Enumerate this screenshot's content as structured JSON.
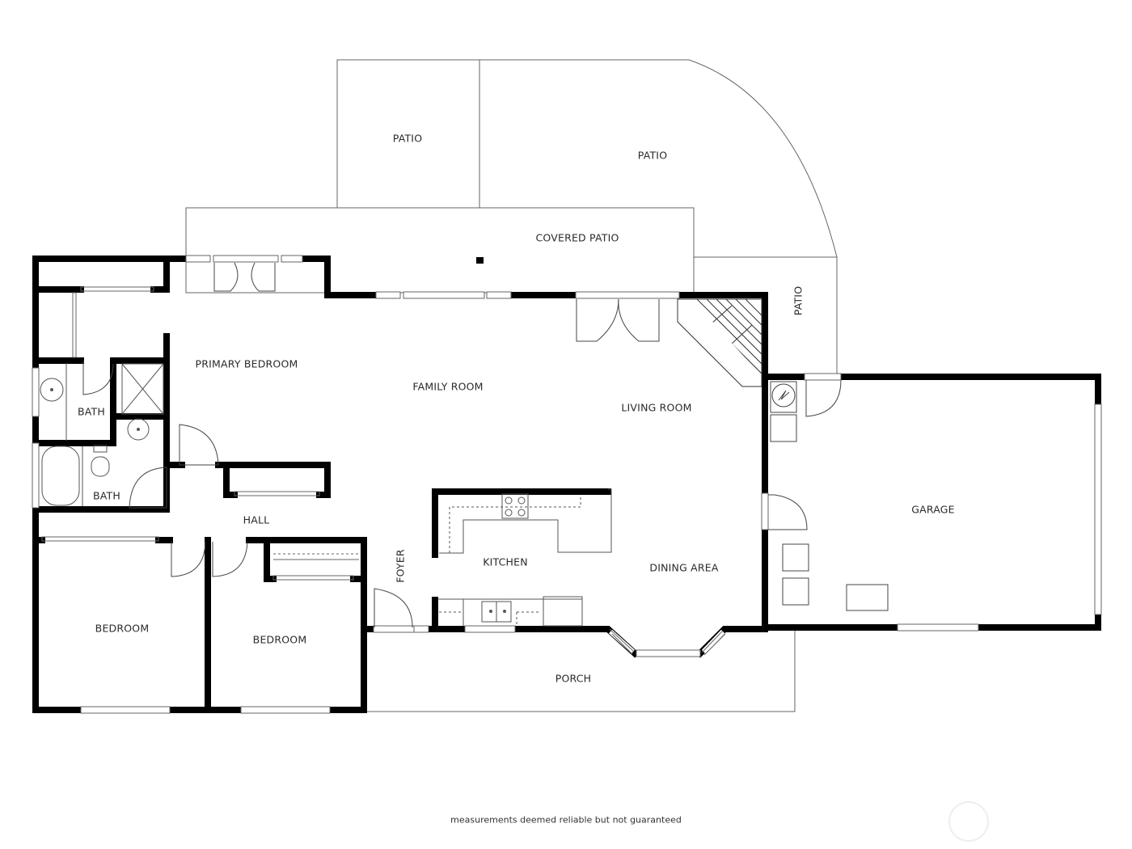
{
  "plan": {
    "rooms": {
      "patio_1": "PATIO",
      "patio_2": "PATIO",
      "covered_patio": "COVERED PATIO",
      "patio_side": "PATIO",
      "primary_bedroom": "PRIMARY BEDROOM",
      "bath_1": "BATH",
      "bath_2": "BATH",
      "family_room": "FAMILY ROOM",
      "living_room": "LIVING ROOM",
      "hall": "HALL",
      "kitchen": "KITCHEN",
      "dining_area": "DINING AREA",
      "foyer": "FOYER",
      "garage": "GARAGE",
      "bedroom_1": "BEDROOM",
      "bedroom_2": "BEDROOM",
      "porch": "PORCH"
    },
    "footer_note": "measurements deemed reliable but not guaranteed",
    "colors": {
      "wall": "#000000",
      "outline": "#555555",
      "background": "#ffffff"
    }
  }
}
